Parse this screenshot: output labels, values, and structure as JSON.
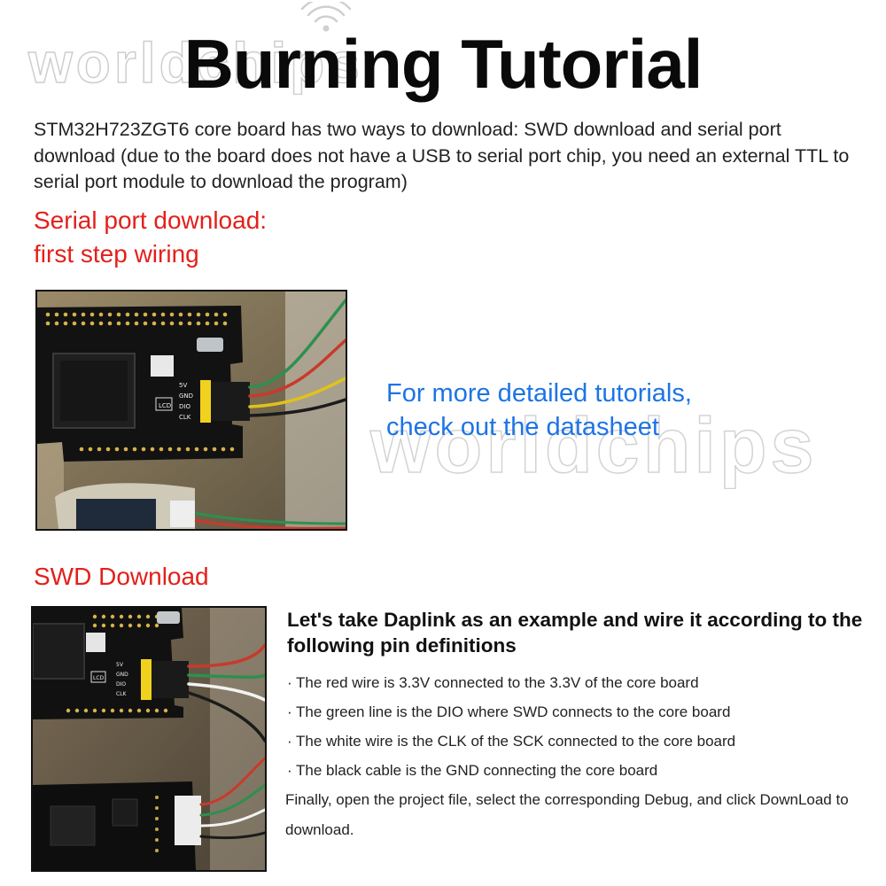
{
  "watermark": {
    "text": "worldchips",
    "icon": "wifi-signal-icon"
  },
  "title": "Burning Tutorial",
  "intro": "STM32H723ZGT6 core board has two ways to download: SWD download and serial port download (due to the board does not have a USB to serial port chip, you need an external TTL to serial port module to download the program)",
  "serial": {
    "heading_line1": "Serial port download:",
    "heading_line2": "first step wiring",
    "note_line1": "For more detailed tutorials,",
    "note_line2": "check out the datasheet",
    "photo": {
      "pin_labels": [
        "5V",
        "GND",
        "DIO",
        "CLK"
      ],
      "board_label": "LCD",
      "wire_colors": [
        "#2f8f4e",
        "#c83a2c",
        "#e0c21a",
        "#1b1b1b"
      ]
    }
  },
  "swd": {
    "heading": "SWD Download",
    "subheading": "Let's take Daplink as an example and wire it according to the following pin definitions",
    "bullet_marker": "·",
    "bullets": [
      "The red wire is 3.3V connected to the 3.3V of the core board",
      "The green line is the DIO where SWD connects to the core board",
      "The white wire is the CLK of the SCK connected to the core board",
      "The black cable is the GND connecting the core board"
    ],
    "closing": "Finally, open the project file, select the corresponding Debug, and click DownLoad to download.",
    "photo": {
      "pin_labels": [
        "5V",
        "GND",
        "DIO",
        "CLK"
      ],
      "board_label": "LCD",
      "wire_colors": [
        "#c83a2c",
        "#2f8f4e",
        "#f2f2f2",
        "#1b1b1b"
      ]
    }
  },
  "colors": {
    "heading_red": "#e3201b",
    "note_blue": "#1d74e6",
    "title_black": "#0a0a0a"
  }
}
